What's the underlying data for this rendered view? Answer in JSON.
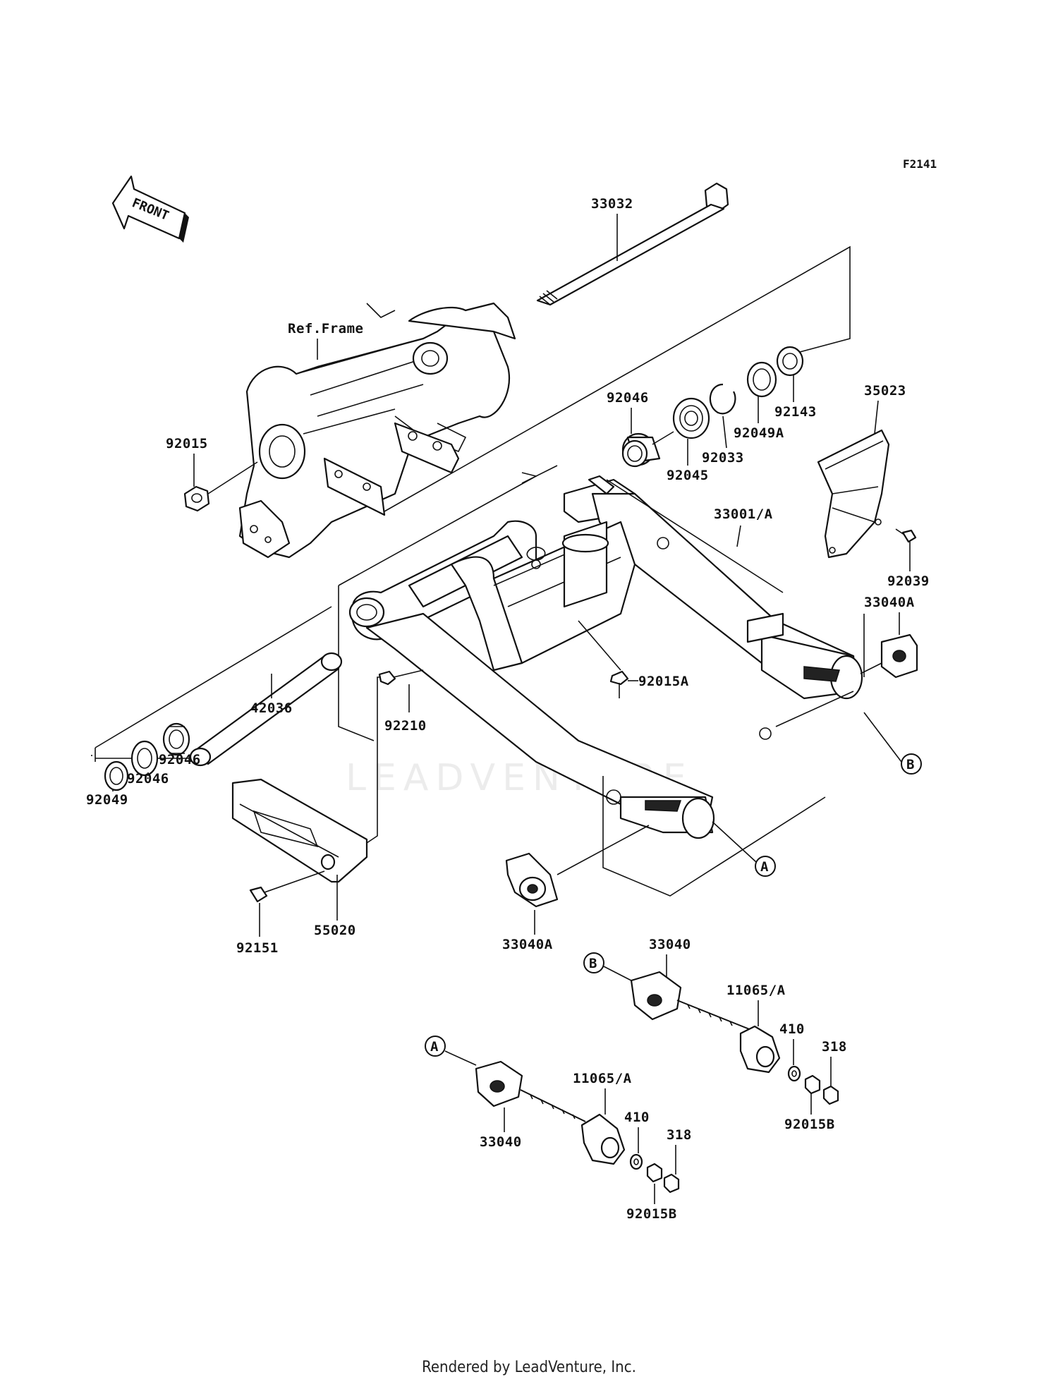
{
  "diagram": {
    "figure_code": "F2141",
    "front_arrow_label": "FRONT",
    "watermark": "LEADVENTURE",
    "ref_frame_label": "Ref.Frame",
    "callouts": {
      "a": "A",
      "b": "B"
    },
    "parts": {
      "p33032": "33032",
      "p92015": "92015",
      "p92046_top": "92046",
      "p92045": "92045",
      "p92033": "92033",
      "p92049a": "92049A",
      "p92143": "92143",
      "p35023": "35023",
      "p33001a": "33001/A",
      "p92039": "92039",
      "p33040a_right": "33040A",
      "p92015a": "92015A",
      "p42036": "42036",
      "p92210": "92210",
      "p92046_mid": "92046",
      "p92046_low": "92046",
      "p92049": "92049",
      "p55020": "55020",
      "p92151": "92151",
      "p33040a_bottom": "33040A",
      "p33040_b": "33040",
      "p11065a_b": "11065/A",
      "p410_b": "410",
      "p318_b": "318",
      "p92015b_b": "92015B",
      "p33040_a": "33040",
      "p11065a_a": "11065/A",
      "p410_a": "410",
      "p318_a": "318",
      "p92015b_a": "92015B"
    }
  },
  "footer": {
    "text": "Rendered by LeadVenture, Inc."
  }
}
